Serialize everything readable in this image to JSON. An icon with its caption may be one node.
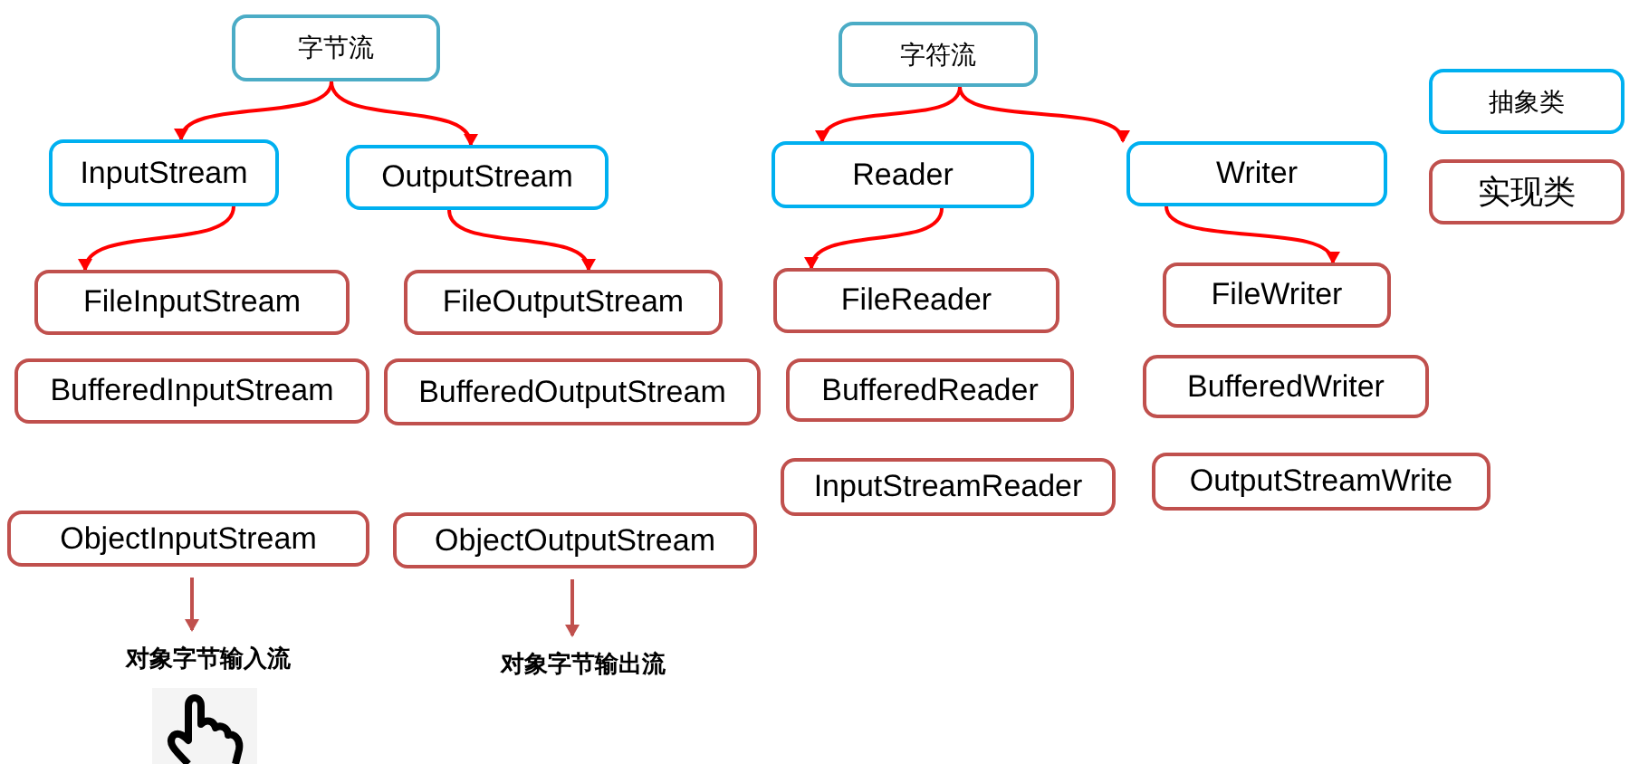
{
  "diagram": {
    "nodes": [
      {
        "text": [
          "字节流"
        ]
      },
      {
        "text": [
          "InputStream"
        ]
      },
      {
        "text": [
          "OutputStream"
        ]
      },
      {
        "text": [
          "FileInputStream"
        ]
      },
      {
        "text": [
          "FileOutputStream"
        ]
      },
      {
        "text": [
          "BufferedInputStream"
        ]
      },
      {
        "text": [
          "BufferedOutputStream"
        ]
      },
      {
        "text": [
          "ObjectInputStream"
        ]
      },
      {
        "text": [
          "ObjectOutputStream"
        ]
      },
      {
        "text": [
          "对象字节输入流"
        ]
      },
      {
        "text": [
          "对象字节输出流"
        ]
      },
      {
        "text": [
          "字符流"
        ]
      },
      {
        "text": [
          "Reader"
        ]
      },
      {
        "text": [
          "Writer"
        ]
      },
      {
        "text": [
          "FileReader"
        ]
      },
      {
        "text": [
          "FileWriter"
        ]
      },
      {
        "text": [
          "BufferedReader"
        ]
      },
      {
        "text": [
          "BufferedWriter"
        ]
      },
      {
        "text": [
          "InputStreamReader"
        ]
      },
      {
        "text": [
          "OutputStreamWrite"
        ]
      },
      {
        "text": [
          "抽象类"
        ]
      },
      {
        "text": [
          "实现类"
        ]
      }
    ],
    "edges": [
      {
        "from": 0,
        "to": 1,
        "arrow": "to"
      },
      {
        "from": 0,
        "to": 2,
        "arrow": "to"
      },
      {
        "from": 1,
        "to": 3,
        "arrow": "to"
      },
      {
        "from": 2,
        "to": 4,
        "arrow": "to"
      },
      {
        "from": 7,
        "to": 9,
        "arrow": "to",
        "color": "#c0504d"
      },
      {
        "from": 8,
        "to": 10,
        "arrow": "to",
        "color": "#c0504d"
      },
      {
        "from": 11,
        "to": 12,
        "arrow": "to"
      },
      {
        "from": 11,
        "to": 13,
        "arrow": "to"
      },
      {
        "from": 12,
        "to": 14,
        "arrow": "to"
      },
      {
        "from": 13,
        "to": 15,
        "arrow": "to"
      }
    ]
  }
}
